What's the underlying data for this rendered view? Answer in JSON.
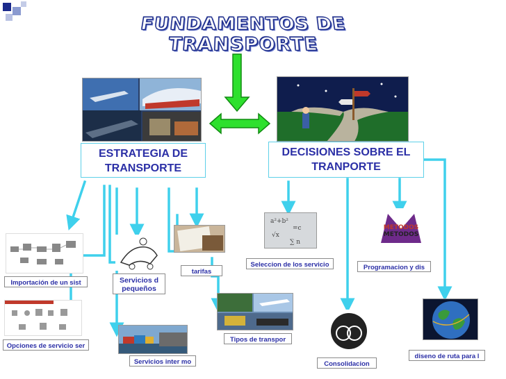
{
  "title": "FUNDAMENTOS DE TRANSPORTE",
  "boxes": {
    "estrategia": "ESTRATEGIA DE TRANSPORTE",
    "decisiones": "DECISIONES SOBRE EL TRANPORTE"
  },
  "labels": {
    "importacion": "Importación de un sist",
    "opciones": "Opciones de servicio ser",
    "servicios_pequenos": "Servicios d pequeños",
    "servicios_inter": "Servicios inter mo",
    "tarifas": "tarifas",
    "tipos": "Tipos de transpor",
    "seleccion": "Seleccion de los servicio",
    "consolidacion": "Consolidacion",
    "programacion": "Programacion y dis",
    "diseno": "diseno de ruta para l"
  },
  "metodos_text": "METODOS",
  "colors": {
    "arrow": "#3fd0ec",
    "big_arrow": "#2ee02e",
    "text": "#2b2fa6",
    "corner": "#1b2a8c"
  }
}
